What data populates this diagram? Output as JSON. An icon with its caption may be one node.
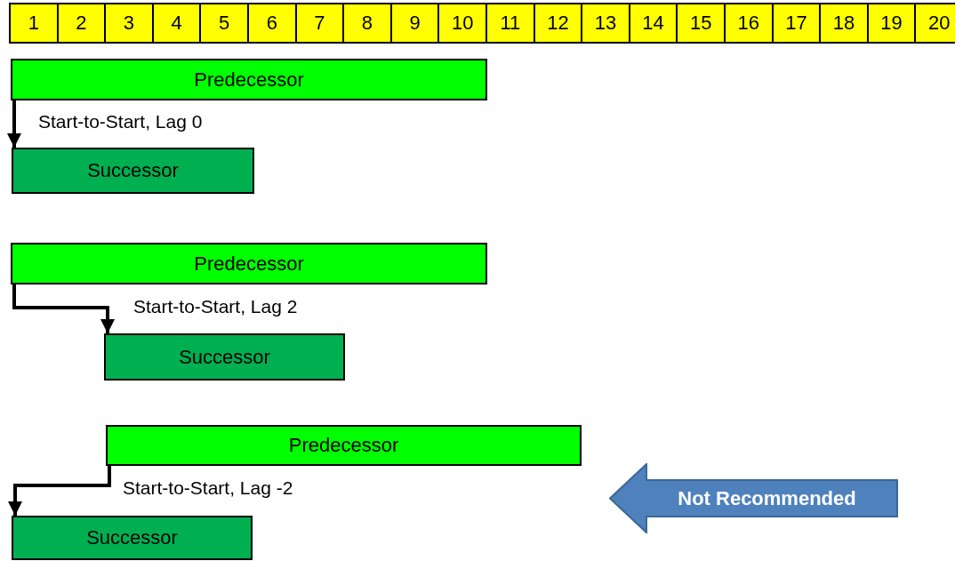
{
  "diagram": {
    "nodes": [
      {
        "text": [
          "Predecessor"
        ]
      },
      {
        "text": [
          "Successor"
        ]
      },
      {
        "text": [
          "Predecessor"
        ]
      },
      {
        "text": [
          "Successor"
        ]
      },
      {
        "text": [
          "Predecessor"
        ]
      },
      {
        "text": [
          "Successor"
        ]
      },
      {
        "text": [
          "Not Recommended"
        ]
      }
    ],
    "edges": [
      {
        "from": 0,
        "to": 1,
        "arrow": "to",
        "label": "Start-to-Start, Lag 0"
      },
      {
        "from": 2,
        "to": 3,
        "arrow": "to",
        "label": "Start-to-Start, Lag 2"
      },
      {
        "from": 4,
        "to": 5,
        "arrow": "to",
        "label": "Start-to-Start, Lag -2"
      }
    ],
    "labels": [
      "1",
      "2",
      "3",
      "4",
      "5",
      "6",
      "7",
      "8",
      "9",
      "10",
      "11",
      "12",
      "13",
      "14",
      "15",
      "16",
      "17",
      "18",
      "19",
      "20"
    ]
  }
}
